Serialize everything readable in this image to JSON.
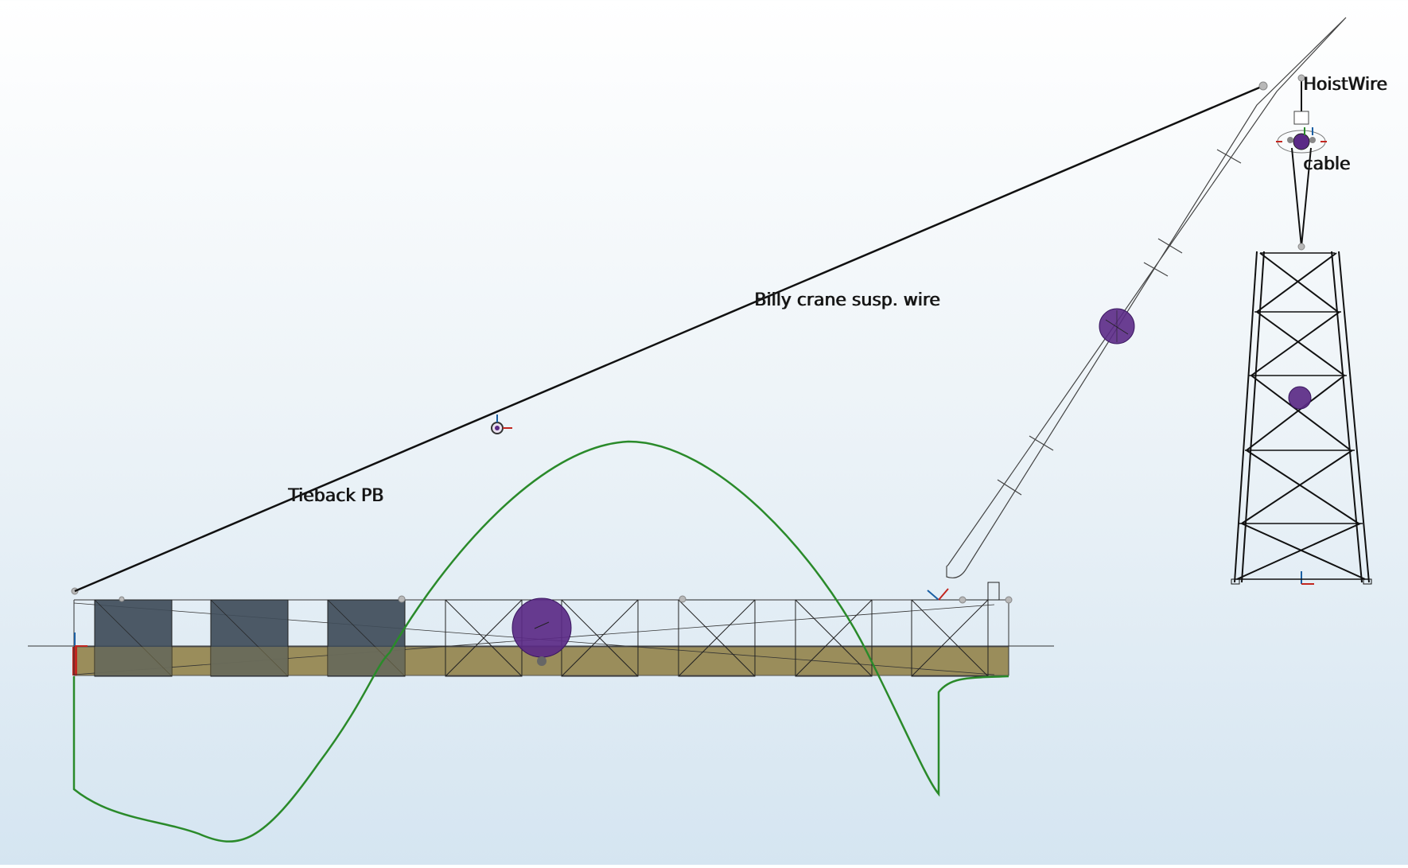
{
  "labels": {
    "tieback": "Tieback PB",
    "susp_wire": "Billy crane susp. wire",
    "hoist_wire": "HoistWire",
    "cable": "cable"
  },
  "colors": {
    "background_top": "#ffffff",
    "background_bottom": "#d5e5f1",
    "wire": "#111111",
    "deck": "#9a8d5b",
    "container": "#3f4c59",
    "buoy": "#5b2a86",
    "green_curve": "#2a8a2a",
    "crane_outline": "#444444"
  },
  "icons": [
    "axis-triad-icon",
    "node-point-icon",
    "buoy-sphere-icon"
  ]
}
